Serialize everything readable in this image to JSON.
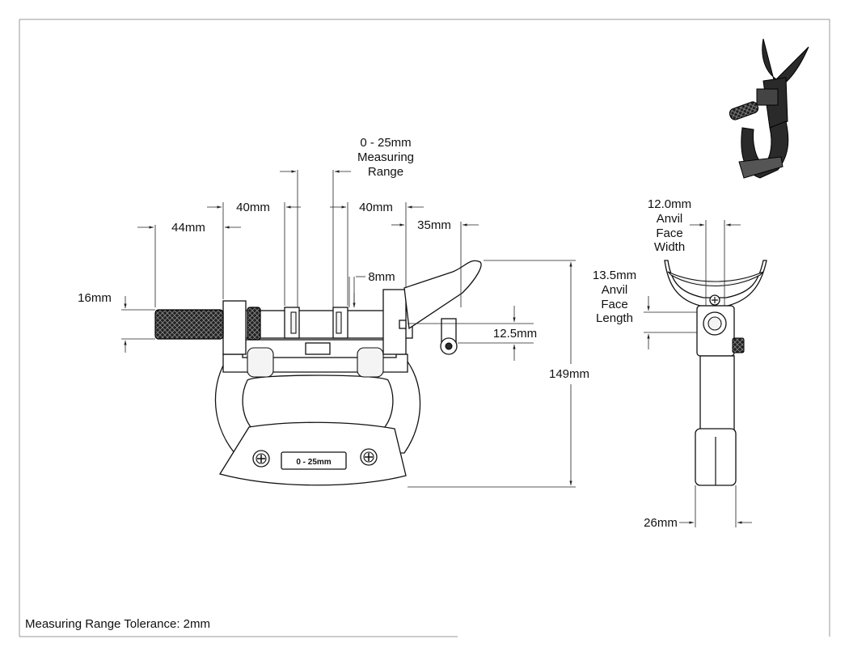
{
  "drawing": {
    "range_title": [
      "0 - 25mm",
      "Measuring",
      "Range"
    ],
    "dims": {
      "d44": "44mm",
      "d40_left": "40mm",
      "d40_right": "40mm",
      "d35": "35mm",
      "d8": "8mm",
      "d16": "16mm",
      "d12_5": "12.5mm",
      "d149": "149mm",
      "d26": "26mm"
    },
    "anvil_width": [
      "12.0mm",
      "Anvil",
      "Face",
      "Width"
    ],
    "anvil_length": [
      "13.5mm",
      "Anvil",
      "Face",
      "Length"
    ],
    "plate_label": "0 - 25mm",
    "tolerance_note": "Measuring Range Tolerance: 2mm"
  }
}
